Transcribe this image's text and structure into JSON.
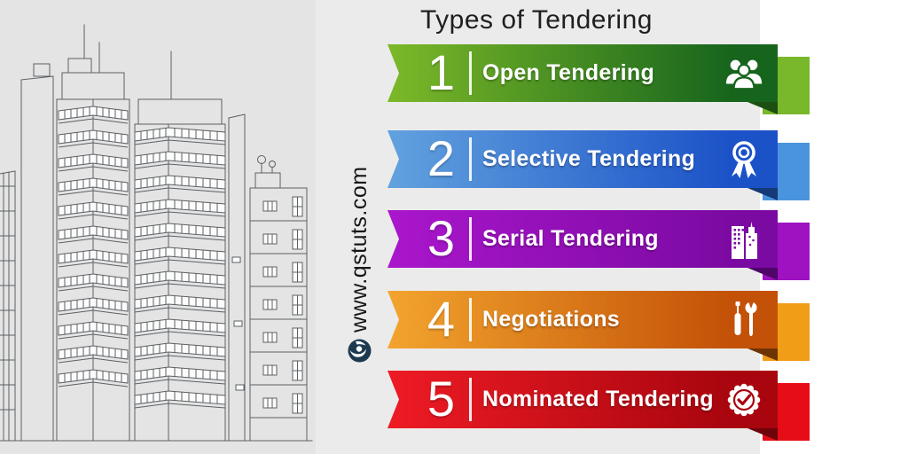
{
  "title": "Types of Tendering",
  "watermark": {
    "text": "www.qstuts.com",
    "logo": "swirl-logo-icon",
    "logo_color": "#1d3950"
  },
  "colors": {
    "background_left": "#e4e4e4",
    "panel": "#ebebeb",
    "background_right": "#ffffff",
    "title_text": "#1f1f1f",
    "banner_text": "#ffffff"
  },
  "banners": [
    {
      "number": "1",
      "label": "Open Tendering",
      "icon": "users-group-icon",
      "color_start": "#7cb928",
      "color_end": "#17651d",
      "tail_color": "#79b72b",
      "fold_color": "#1c4f12"
    },
    {
      "number": "2",
      "label": "Selective Tendering",
      "icon": "award-ribbon-icon",
      "color_start": "#62a2de",
      "color_end": "#1c52c8",
      "tail_color": "#4a94dd",
      "fold_color": "#143a77"
    },
    {
      "number": "3",
      "label": "Serial Tendering",
      "icon": "buildings-icon",
      "color_start": "#aa16cc",
      "color_end": "#7b0aa2",
      "tail_color": "#9e12c2",
      "fold_color": "#4e0668"
    },
    {
      "number": "4",
      "label": "Negotiations",
      "icon": "tools-icon",
      "color_start": "#f2a42e",
      "color_end": "#c35107",
      "tail_color": "#f19d18",
      "fold_color": "#6e3403"
    },
    {
      "number": "5",
      "label": "Nominated Tendering",
      "icon": "verified-check-icon",
      "color_start": "#ee1b24",
      "color_end": "#a8050f",
      "tail_color": "#e70d17",
      "fold_color": "#6f040b"
    }
  ]
}
